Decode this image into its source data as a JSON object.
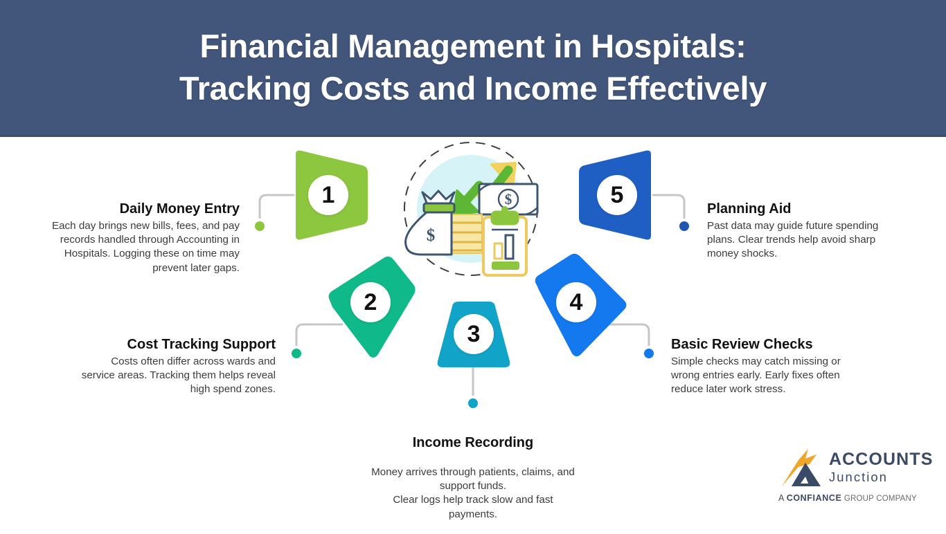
{
  "header": {
    "title": "Financial Management in Hospitals:\nTracking Costs and Income Effectively",
    "background_color": "#42557a",
    "text_color": "#ffffff"
  },
  "center_illustration": {
    "name": "finance-illustration",
    "elements": [
      "money-bag",
      "banknote",
      "growth-arrow-up",
      "decline-arrow-down",
      "clipboard-chart",
      "dashed-circle"
    ],
    "colors": {
      "circle_fill": "#d6f4f7",
      "yellow": "#f7d96b",
      "green": "#5cb734",
      "outline": "#3e5570"
    }
  },
  "steps": [
    {
      "number": "1",
      "shape": "trapezoid-left",
      "color": "#8dc63f",
      "dot_color": "#8dc63f",
      "title": "Daily Money Entry",
      "body": "Each day brings new bills, fees, and pay records handled through Accounting in Hospitals. Logging these on time may prevent later gaps.",
      "align": "right"
    },
    {
      "number": "2",
      "shape": "angled-polygon",
      "color": "#0fb98a",
      "dot_color": "#0fb98a",
      "title": "Cost Tracking Support",
      "body": "Costs often differ across wards and service areas. Tracking them helps reveal high spend zones.",
      "align": "right"
    },
    {
      "number": "3",
      "shape": "trapezoid-bottom",
      "color": "#12a4c8",
      "dot_color": "#12a4c8",
      "title": "Income Recording",
      "body": "Money arrives through patients, claims, and support funds.\nClear logs help track slow and fast payments.",
      "align": "center"
    },
    {
      "number": "4",
      "shape": "diamond",
      "color": "#1479ef",
      "dot_color": "#1479ef",
      "title": "Basic Review Checks",
      "body": "Simple checks may catch missing or wrong entries early. Early fixes often reduce later work stress.",
      "align": "left"
    },
    {
      "number": "5",
      "shape": "trapezoid-right",
      "color": "#1f5fc4",
      "dot_color": "#1f56b0",
      "title": "Planning Aid",
      "body": "Past data may guide future spending plans. Clear trends help avoid sharp money shocks.",
      "align": "left"
    }
  ],
  "logo": {
    "accounts": "ACCOUNTS",
    "junction": "Junction",
    "tagline_prefix": "A ",
    "tagline_brand": "CONFIANCE",
    "tagline_suffix": " GROUP COMPANY",
    "mark_colors": {
      "arrow": "#f0a52c",
      "triangle": "#3b4a66"
    }
  },
  "connector": {
    "line_color": "#c6c6c6"
  }
}
